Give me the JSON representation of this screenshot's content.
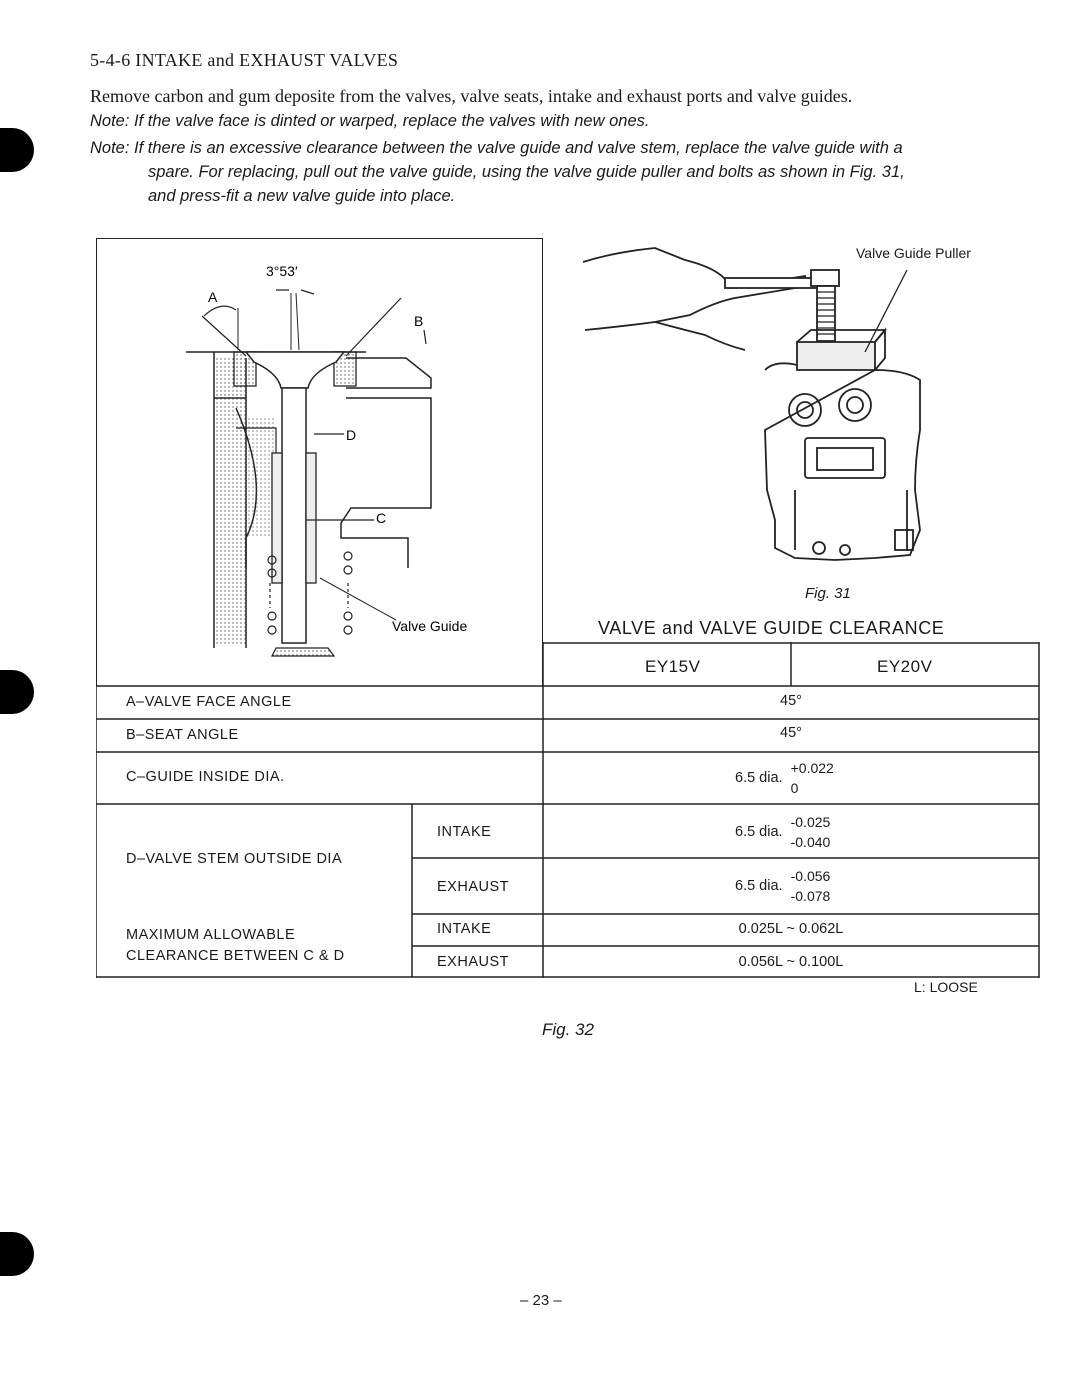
{
  "section": {
    "heading": "5-4-6  INTAKE and EXHAUST VALVES"
  },
  "intro": "Remove carbon and gum deposite from the valves, valve seats, intake and exhaust ports and valve guides.",
  "notes": {
    "note1": "Note: If the valve face is dinted or warped, replace the valves with new ones.",
    "note2_line1": "Note: If there is an excessive clearance between the valve guide and valve stem, replace the valve guide with a",
    "note2_line2": "spare. For replacing, pull out the valve guide, using the valve guide puller and bolts as shown in Fig. 31,",
    "note2_line3": "and press-fit a new valve guide into place."
  },
  "valve_diagram": {
    "angle_label": "3°53′",
    "label_a": "A",
    "label_b": "B",
    "label_c": "C",
    "label_d": "D",
    "valve_guide": "Valve Guide"
  },
  "photo": {
    "callout": "Valve Guide Puller",
    "caption": "Fig. 31"
  },
  "table": {
    "title": "VALVE and VALVE GUIDE CLEARANCE",
    "col_ey15v": "EY15V",
    "col_ey20v": "EY20V",
    "rows": {
      "face_angle": {
        "label": "A–VALVE FACE ANGLE",
        "value": "45°"
      },
      "seat_angle": {
        "label": "B–SEAT ANGLE",
        "value": "45°"
      },
      "guide_dia": {
        "label": "C–GUIDE INSIDE DIA.",
        "base": "6.5 dia.",
        "upper": "+0.022",
        "lower": "0"
      },
      "stem_dia": {
        "label": "D–VALVE STEM OUTSIDE DIA",
        "intake": {
          "label": "INTAKE",
          "base": "6.5 dia.",
          "upper": "-0.025",
          "lower": "-0.040"
        },
        "exhaust": {
          "label": "EXHAUST",
          "base": "6.5 dia.",
          "upper": "-0.056",
          "lower": "-0.078"
        }
      },
      "max_clearance": {
        "label_line1": "MAXIMUM ALLOWABLE",
        "label_line2": "CLEARANCE BETWEEN C & D",
        "intake": {
          "label": "INTAKE",
          "value": "0.025L ~ 0.062L"
        },
        "exhaust": {
          "label": "EXHAUST",
          "value": "0.056L ~ 0.100L"
        }
      }
    },
    "footnote": "L: LOOSE"
  },
  "fig32_caption": "Fig. 32",
  "page_number": "– 23 –"
}
